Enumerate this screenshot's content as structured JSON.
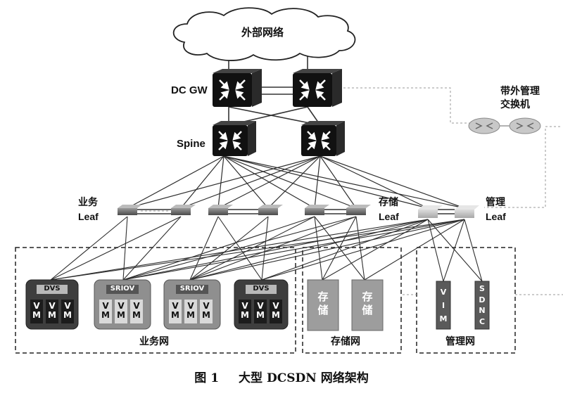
{
  "cloud_label": "外部网络",
  "nodes": {
    "dc_gw": "DC GW",
    "spine": "Spine",
    "oob_switch": [
      "带外管理",
      "交换机"
    ],
    "business_leaf": [
      "业务",
      "Leaf"
    ],
    "storage_leaf": [
      "存储",
      "Leaf"
    ],
    "mgmt_leaf": [
      "管理",
      "Leaf"
    ]
  },
  "host_tags": [
    "DVS",
    "SRIOV",
    "SRIOV",
    "DVS"
  ],
  "vm_char": [
    "V",
    "M"
  ],
  "storage_node_label": [
    "存",
    "储"
  ],
  "mgmt_nodes": {
    "vim": [
      "V",
      "I",
      "M"
    ],
    "sdnc": [
      "S",
      "D",
      "N",
      "C"
    ]
  },
  "zones": {
    "business": "业务网",
    "storage": "存储网",
    "management": "管理网"
  },
  "caption": {
    "figure_number": "图 1",
    "title": "大型 DCSDN 网络架构"
  },
  "colors": {
    "dark_host": "#3e3e3e",
    "light_host": "#8f8f8f",
    "vm_dark": "#1c1c1c",
    "vm_light": "#d9d9d9",
    "storage_node": "#9d9d9d",
    "mgmt_node": "#5a5a5a",
    "router": "#111111",
    "link": "#333333"
  }
}
